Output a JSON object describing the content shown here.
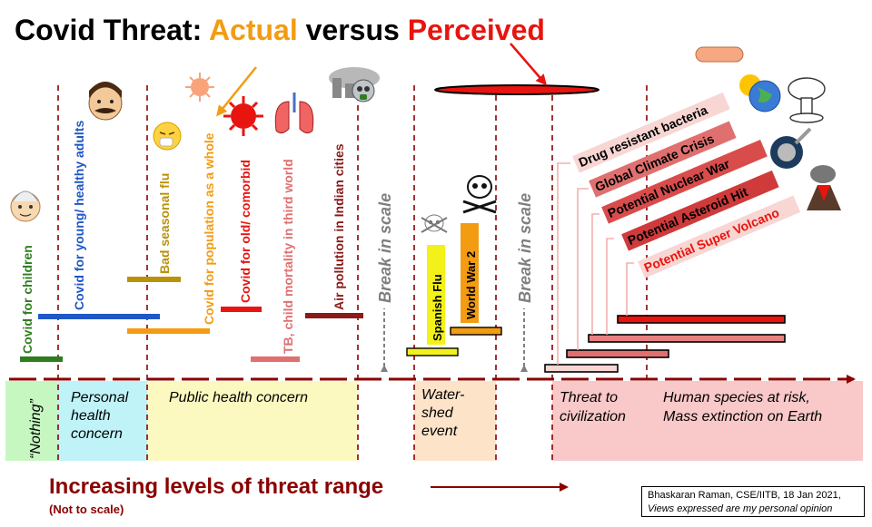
{
  "title": {
    "part1": "Covid Threat: ",
    "actual": "Actual",
    "versus": " versus ",
    "perceived": "Perceived"
  },
  "colors": {
    "actual": "#f39c12",
    "perceived": "#e8140f",
    "dark_red": "#8b0000",
    "zone_nothing": "#c7f7c1",
    "zone_personal": "#bff3f8",
    "zone_public": "#fbf9c0",
    "zone_watershed": "#fde3c8",
    "zone_civilization": "#f9c8c8"
  },
  "zones": [
    {
      "key": "nothing",
      "label": "“Nothing”"
    },
    {
      "key": "personal",
      "lines": [
        "Personal",
        "health",
        "concern"
      ]
    },
    {
      "key": "public",
      "lines": [
        "Public health concern"
      ]
    },
    {
      "key": "watershed",
      "lines": [
        "Water-",
        "shed",
        "event"
      ]
    },
    {
      "key": "civilization",
      "lines": [
        "Threat to",
        "civilization"
      ]
    },
    {
      "key": "species",
      "lines": [
        "Human species at risk,",
        "Mass extinction on Earth"
      ]
    }
  ],
  "threats": [
    {
      "key": "children",
      "label": "Covid for children",
      "color": "#2e7d1f"
    },
    {
      "key": "young",
      "label": "Covid for young/ healthy adults",
      "color": "#1f57c6"
    },
    {
      "key": "flu",
      "label": "Bad seasonal flu",
      "color": "#b8920a"
    },
    {
      "key": "population",
      "label": "Covid for population as a whole",
      "color": "#f39c12"
    },
    {
      "key": "old",
      "label": "Covid for old/ comorbid",
      "color": "#e8140f"
    },
    {
      "key": "tb",
      "label": "TB, child mortality in third world",
      "color": "#e07070"
    },
    {
      "key": "air",
      "label": "Air pollution in Indian cities",
      "color": "#8b1a1a"
    },
    {
      "key": "spanish",
      "label": "Spanish Flu",
      "color": "#f2f21a"
    },
    {
      "key": "ww2",
      "label": "World War 2",
      "color": "#f39c12"
    },
    {
      "key": "bacteria",
      "label": "Drug resistant bacteria",
      "color": "#f8d6d3"
    },
    {
      "key": "climate",
      "label": "Global Climate Crisis",
      "color": "#e07070"
    },
    {
      "key": "nuclear",
      "label": "Potential Nuclear War",
      "color": "#d94c4c"
    },
    {
      "key": "asteroid",
      "label": "Potential Asteroid Hit",
      "color": "#cf3a3a"
    },
    {
      "key": "volcano",
      "label": "Potential Super Volcano",
      "color": "#f8d6d3"
    }
  ],
  "breaks": [
    "Break in scale",
    "Break in scale"
  ],
  "footer": {
    "heading": "Increasing levels of threat range",
    "note": "(Not to scale)"
  },
  "credit": {
    "line1": "Bhaskaran Raman, CSE/IITB, 18 Jan 2021,",
    "line2": "Views expressed are my personal opinion"
  }
}
